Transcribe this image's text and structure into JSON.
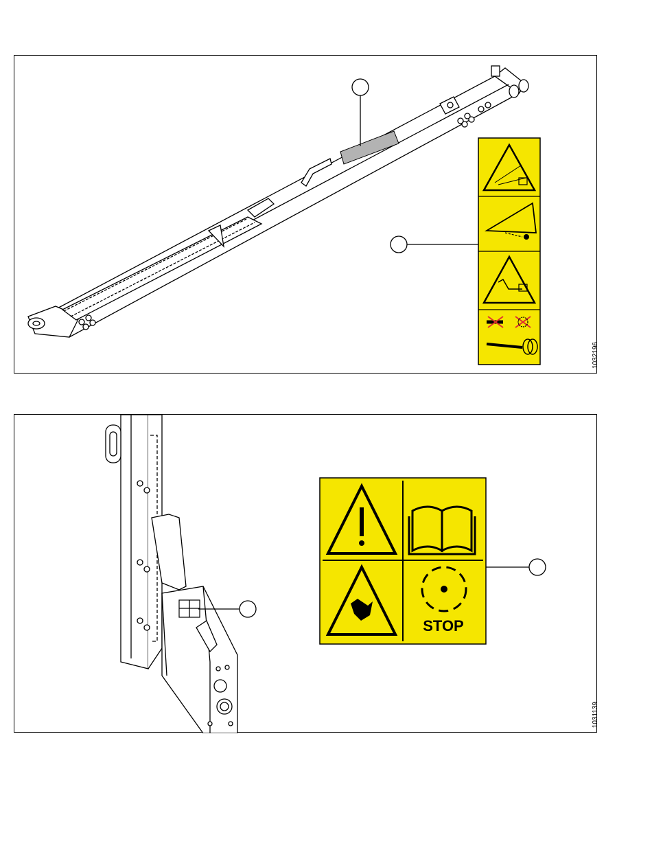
{
  "figures": [
    {
      "figure_number": "1032196",
      "decal_colors": {
        "background": "#f5e600",
        "border": "#000000"
      }
    },
    {
      "figure_number": "1031139",
      "decal_colors": {
        "background": "#f5e600",
        "border": "#000000"
      },
      "decal_text": "STOP"
    }
  ]
}
